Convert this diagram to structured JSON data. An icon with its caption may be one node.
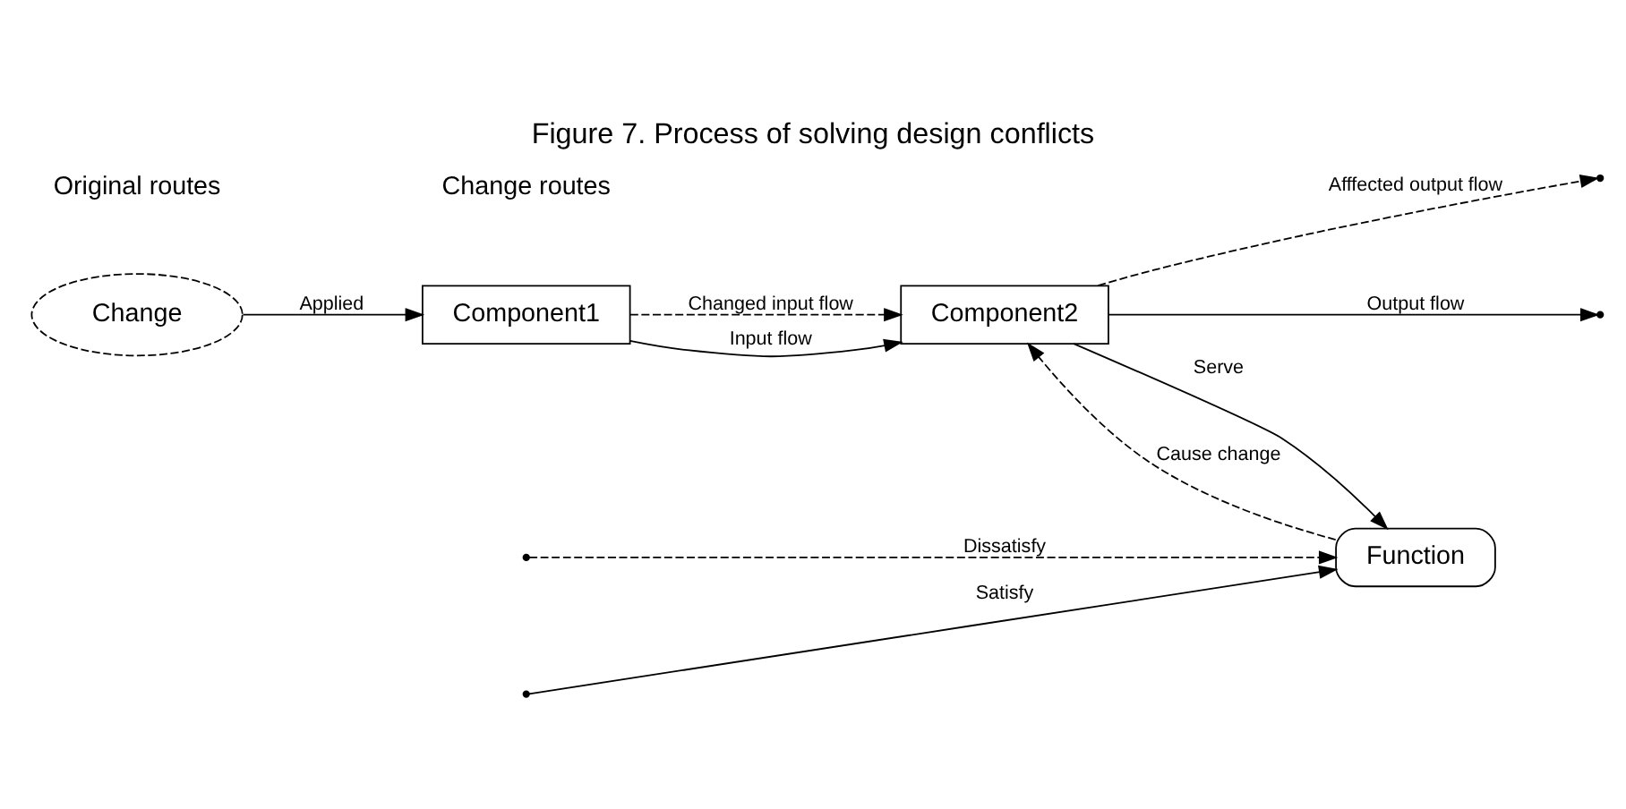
{
  "diagram": {
    "title": "Figure 7. Process of solving design conflicts",
    "nodes": [
      {
        "text": [
          "Change"
        ]
      },
      {
        "text": [
          "Component1"
        ]
      },
      {
        "text": [
          "Component2"
        ]
      },
      {
        "text": [
          "Function"
        ]
      }
    ],
    "edges": [
      {
        "from": 0,
        "to": 1,
        "arrow": "to",
        "label": "Applied"
      },
      {
        "from": 1,
        "to": 2,
        "arrow": "to",
        "label": "Changed input flow",
        "style": "dashed"
      },
      {
        "from": 1,
        "to": 2,
        "arrow": "to",
        "label": "Input flow"
      },
      {
        "from": 2,
        "to": 3,
        "arrow": "to",
        "label": "Serve"
      },
      {
        "from": 3,
        "to": 2,
        "arrow": "to",
        "label": "Cause change",
        "style": "dashed"
      },
      {
        "from": 2,
        "to": null,
        "arrow": "to",
        "label": "Afffected output flow",
        "style": "dashed"
      },
      {
        "from": 2,
        "to": null,
        "arrow": "to",
        "label": "Output flow"
      },
      {
        "from": null,
        "to": 3,
        "arrow": "to",
        "label": "Satisfy"
      },
      {
        "from": null,
        "to": 3,
        "arrow": "to",
        "label": "Dissatisfy",
        "style": "dashed"
      }
    ],
    "legend": [
      {
        "text": "Original routes"
      },
      {
        "text": "Change routes"
      }
    ]
  }
}
